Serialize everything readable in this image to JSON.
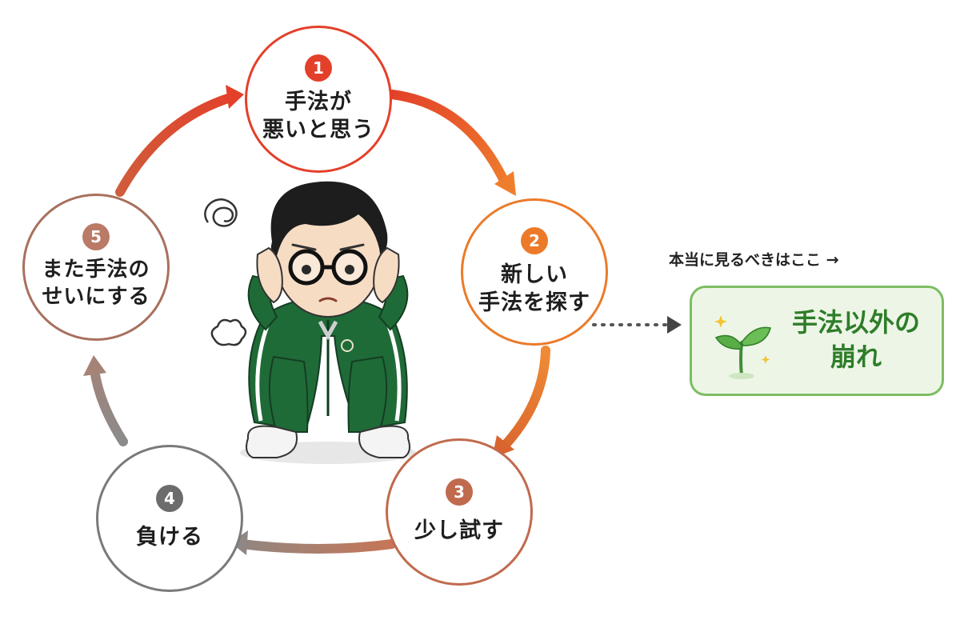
{
  "cycle": [
    {
      "number": "1",
      "label": "手法が\n悪いと思う"
    },
    {
      "number": "2",
      "label": "新しい\n手法を探す"
    },
    {
      "number": "3",
      "label": "少し試す"
    },
    {
      "number": "4",
      "label": "負ける"
    },
    {
      "number": "5",
      "label": "また手法の\nせいにする"
    }
  ],
  "callout": {
    "text": "本当に見るべきはここ →",
    "focus_label": "手法以外の\n崩れ"
  },
  "colors": {
    "step1": "#e3402a",
    "step2": "#ec7a29",
    "step3": "#c06a4e",
    "step4": "#6c6c6c",
    "step5": "#b97a66",
    "focus_border": "#7cbd62",
    "focus_fill": "#edf6e6",
    "focus_text": "#2f7d2a"
  }
}
